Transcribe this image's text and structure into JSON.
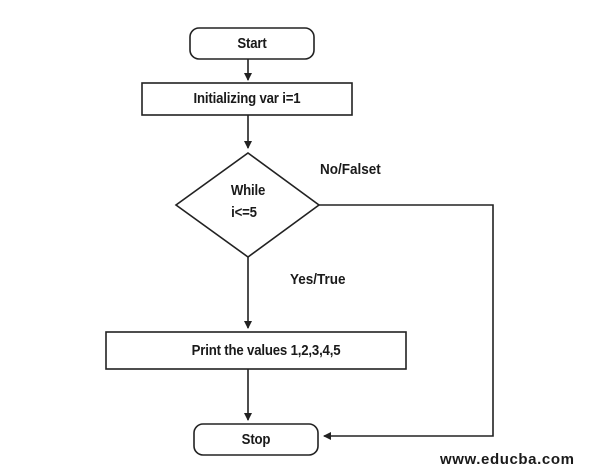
{
  "nodes": {
    "start": "Start",
    "init": "Initializing var i=1",
    "condition_line1": "While",
    "condition_line2": "i<=5",
    "print": "Print the values 1,2,3,4,5",
    "stop": "Stop"
  },
  "edges": {
    "false_label": "No/Falset",
    "true_label": "Yes/True"
  },
  "watermark": "www.educba.com",
  "colors": {
    "stroke": "#222222",
    "fill": "#ffffff",
    "text": "#1a1a1a"
  }
}
